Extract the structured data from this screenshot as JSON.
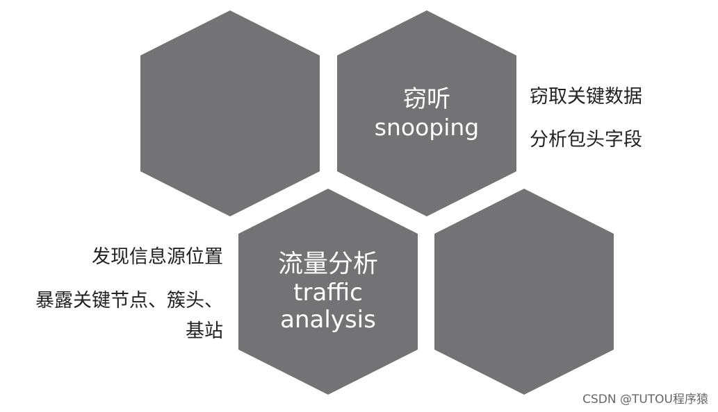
{
  "hexagons": {
    "snooping": {
      "title_zh": "窃听",
      "title_en": "snooping"
    },
    "traffic_analysis": {
      "title_zh": "流量分析",
      "title_en_line1": "traffic",
      "title_en_line2": "analysis"
    }
  },
  "snooping_notes": {
    "line1": "窃取关键数据",
    "line2": "分析包头字段"
  },
  "traffic_notes": {
    "line1": "发现信息源位置",
    "line2": "暴露关键节点、簇头、",
    "line3": "基站"
  },
  "watermark": "CSDN @TUTOU程序猿",
  "colors": {
    "hexagon_fill": "#737274",
    "hexagon_text": "#ffffff",
    "note_text": "#222222"
  }
}
